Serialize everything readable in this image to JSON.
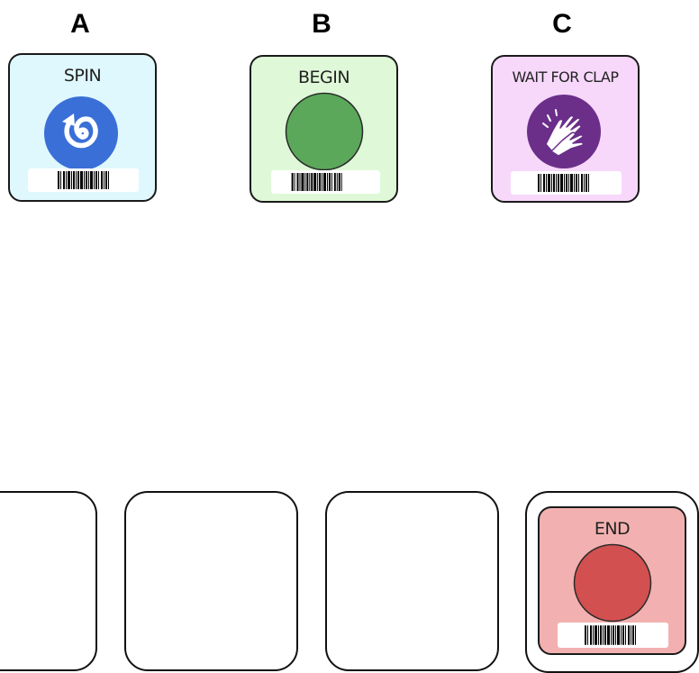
{
  "options": [
    {
      "letter": "A",
      "label": "SPIN",
      "icon": "spin-arrow-icon",
      "card_color": "#dff8fd",
      "icon_color": "#3a6fd8"
    },
    {
      "letter": "B",
      "label": "BEGIN",
      "icon": "green-circle-icon",
      "card_color": "#dff9d8",
      "icon_color": "#5ba85b"
    },
    {
      "letter": "C",
      "label": "WAIT FOR CLAP",
      "icon": "clap-hands-icon",
      "card_color": "#f7d8fb",
      "icon_color": "#6b2f8a"
    }
  ],
  "slots": [
    {
      "content": ""
    },
    {
      "content": ""
    },
    {
      "content": ""
    },
    {
      "label": "END",
      "icon": "red-circle-icon",
      "card_color": "#f2b1b0",
      "icon_color": "#d25050"
    }
  ]
}
